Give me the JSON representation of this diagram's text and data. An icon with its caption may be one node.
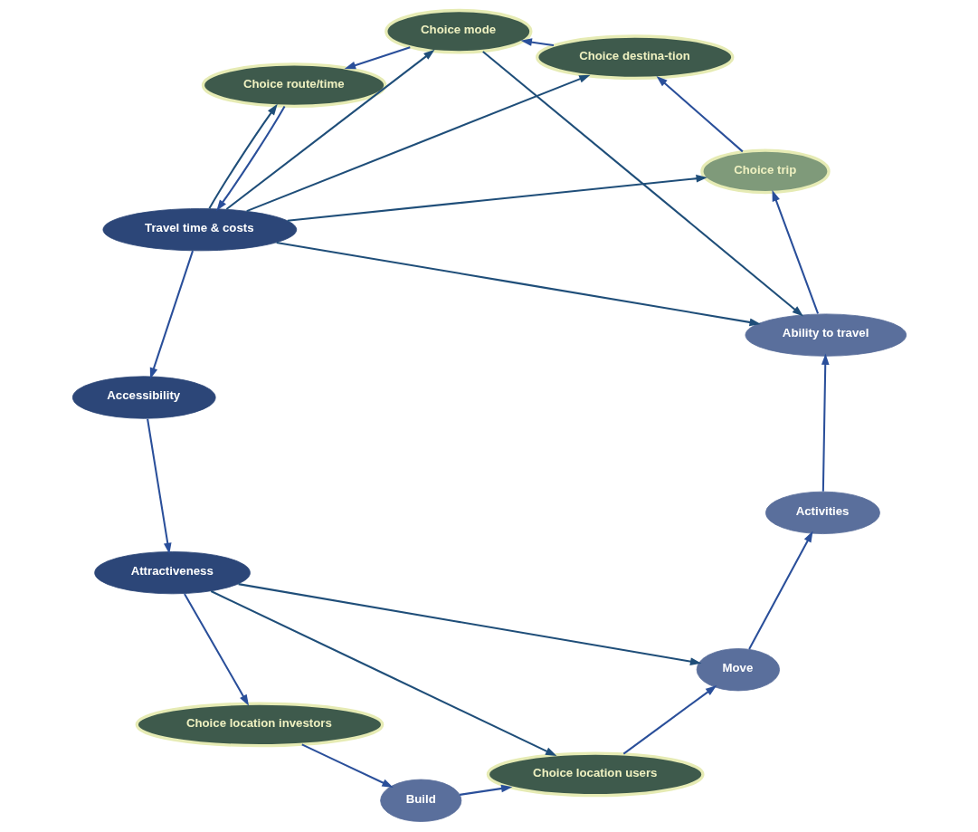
{
  "diagram": {
    "nodes": [
      {
        "text": [
          "Choice trip"
        ]
      },
      {
        "text": [
          "Choice destina-tion"
        ]
      },
      {
        "text": [
          "Choice mode"
        ]
      },
      {
        "text": [
          "Choice route/time"
        ]
      },
      {
        "text": [
          "Travel time & costs"
        ]
      },
      {
        "text": [
          "Accessibility"
        ]
      },
      {
        "text": [
          "Attractiveness"
        ]
      },
      {
        "text": [
          "Choice location investors"
        ]
      },
      {
        "text": [
          "Build"
        ]
      },
      {
        "text": [
          "Choice location users"
        ]
      },
      {
        "text": [
          "Move"
        ]
      },
      {
        "text": [
          "Activities"
        ]
      },
      {
        "text": [
          "Ability to travel"
        ]
      }
    ],
    "edges": [
      {
        "from": 0,
        "to": 1,
        "arrow": "to"
      },
      {
        "from": 1,
        "to": 2,
        "arrow": "to"
      },
      {
        "from": 2,
        "to": 3,
        "arrow": "to"
      },
      {
        "from": 3,
        "to": 4,
        "arrow": "to"
      },
      {
        "from": 4,
        "to": 5,
        "arrow": "to"
      },
      {
        "from": 5,
        "to": 6,
        "arrow": "to"
      },
      {
        "from": 6,
        "to": 7,
        "arrow": "to"
      },
      {
        "from": 7,
        "to": 8,
        "arrow": "to"
      },
      {
        "from": 8,
        "to": 9,
        "arrow": "to"
      },
      {
        "from": 9,
        "to": 10,
        "arrow": "to"
      },
      {
        "from": 10,
        "to": 11,
        "arrow": "to"
      },
      {
        "from": 11,
        "to": 12,
        "arrow": "to"
      },
      {
        "from": 12,
        "to": 0,
        "arrow": "to"
      },
      {
        "from": 4,
        "to": 12,
        "arrow": "to",
        "color": "#1f4e79"
      },
      {
        "from": 4,
        "to": 0,
        "arrow": "to",
        "color": "#1f4e79"
      },
      {
        "from": 4,
        "to": 1,
        "arrow": "to",
        "color": "#1f4e79"
      },
      {
        "from": 4,
        "to": 2,
        "arrow": "to",
        "color": "#1f4e79"
      },
      {
        "from": 4,
        "to": 3,
        "arrow": "to",
        "color": "#1f4e79"
      },
      {
        "from": 2,
        "to": 12,
        "arrow": "to",
        "color": "#1f4e79"
      },
      {
        "from": 6,
        "to": 10,
        "arrow": "to",
        "color": "#1f4e79"
      },
      {
        "from": 6,
        "to": 9,
        "arrow": "to",
        "color": "#1f4e79"
      }
    ]
  }
}
